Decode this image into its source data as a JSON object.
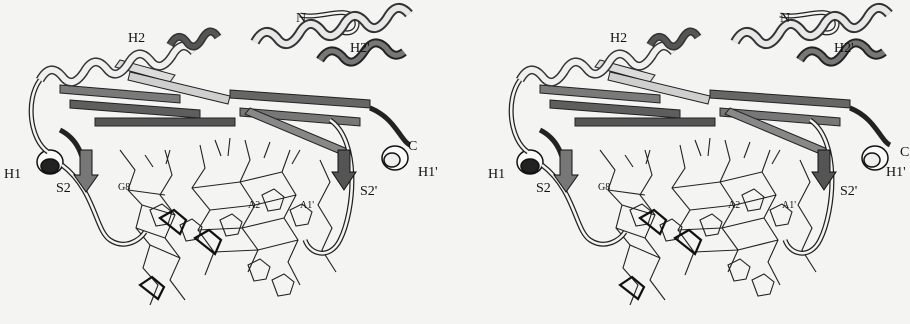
{
  "figure": {
    "left_panel": {
      "labels": {
        "n": "N",
        "c": "C",
        "h1": "H1",
        "h2": "H2",
        "h1p": "H1'",
        "h2p": "H2'",
        "s2": "S2",
        "s2p": "S2'",
        "g8": "G8",
        "a2": "A2",
        "a1p": "A1'"
      }
    },
    "right_panel": {
      "labels": {
        "n": "N",
        "c": "C",
        "h1": "H1",
        "h2": "H2",
        "h1p": "H1'",
        "h2p": "H2'",
        "s2": "S2",
        "s2p": "S2'",
        "g8": "G8",
        "a2": "A2",
        "a1p": "A1'"
      }
    }
  }
}
